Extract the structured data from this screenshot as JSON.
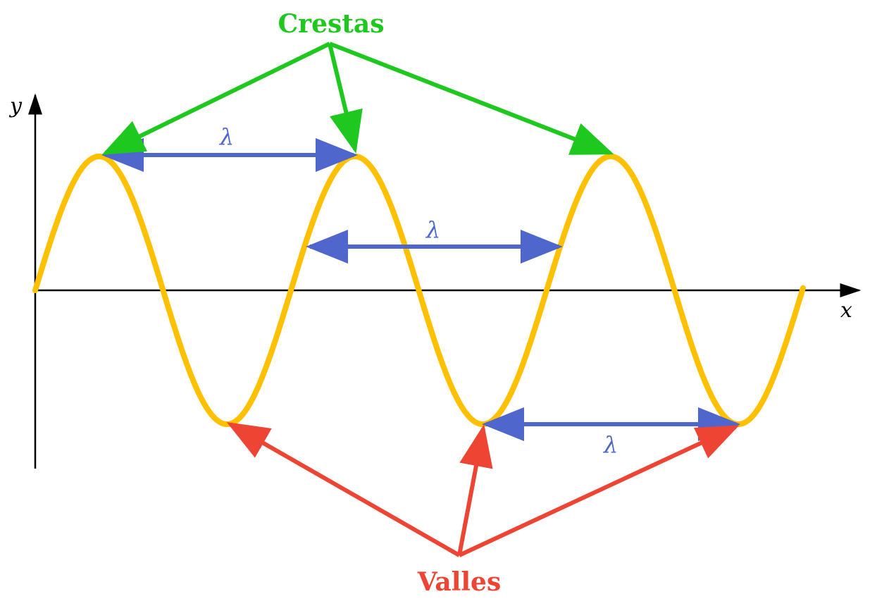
{
  "labels": {
    "crests": "Crestas",
    "troughs": "Valles",
    "y_axis": "y",
    "x_axis": "x",
    "wavelength": "λ"
  },
  "colors": {
    "wave": "#FFC000",
    "crest_arrows": "#1EC81E",
    "trough_arrows": "#EE4433",
    "wavelength_arrows": "#4F66CC",
    "axes": "#000000"
  }
}
